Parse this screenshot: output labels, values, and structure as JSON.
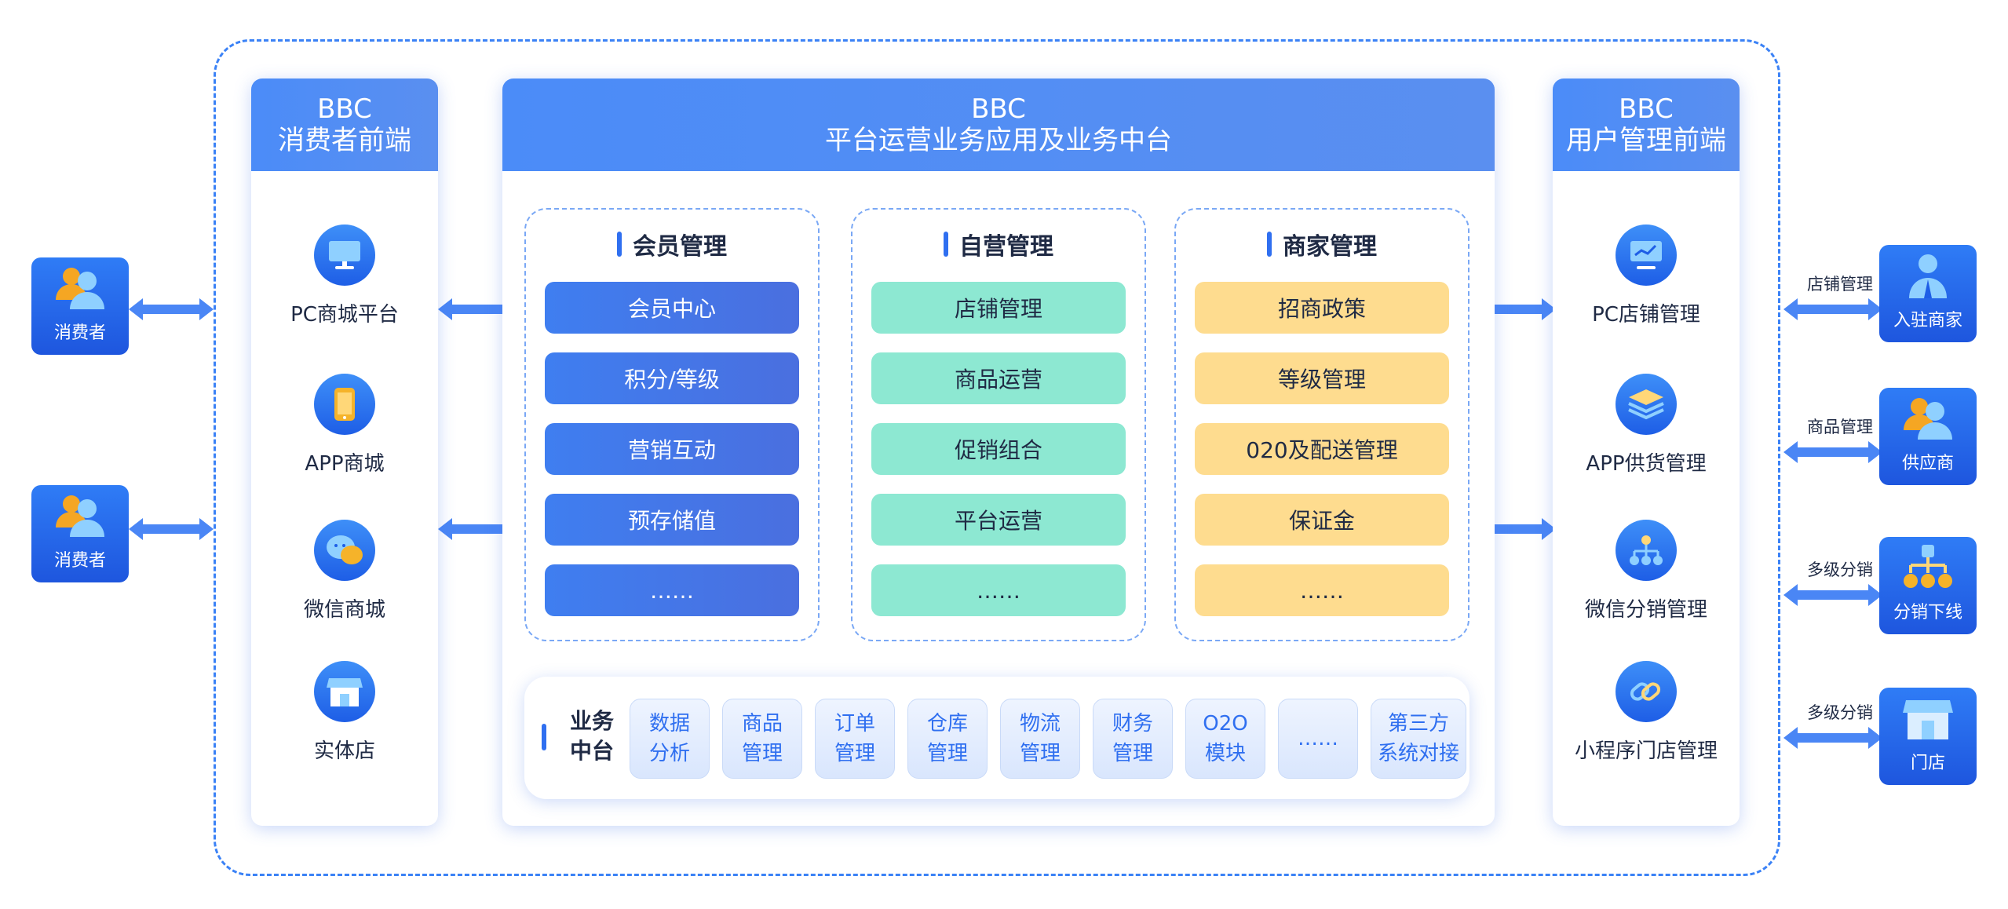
{
  "consumer_front": {
    "title_line1": "BBC",
    "title_line2": "消费者前端",
    "items": [
      {
        "label": "PC商城平台",
        "icon": "monitor-icon"
      },
      {
        "label": "APP商城",
        "icon": "phone-icon"
      },
      {
        "label": "微信商城",
        "icon": "wechat-icon"
      },
      {
        "label": "实体店",
        "icon": "store-icon"
      }
    ]
  },
  "platform": {
    "title_line1": "BBC",
    "title_line2": "平台运营业务应用及业务中台",
    "groups": [
      {
        "title": "会员管理",
        "style": "blue",
        "items": [
          "会员中心",
          "积分/等级",
          "营销互动",
          "预存储值",
          "……"
        ]
      },
      {
        "title": "自营管理",
        "style": "teal",
        "items": [
          "店铺管理",
          "商品运营",
          "促销组合",
          "平台运营",
          "……"
        ]
      },
      {
        "title": "商家管理",
        "style": "yellow",
        "items": [
          "招商政策",
          "等级管理",
          "020及配送管理",
          "保证金",
          "……"
        ]
      }
    ],
    "middle": {
      "label_line1": "业务",
      "label_line2": "中台",
      "items": [
        [
          "数据",
          "分析"
        ],
        [
          "商品",
          "管理"
        ],
        [
          "订单",
          "管理"
        ],
        [
          "仓库",
          "管理"
        ],
        [
          "物流",
          "管理"
        ],
        [
          "财务",
          "管理"
        ],
        [
          "O2O",
          "模块"
        ],
        [
          "……",
          ""
        ],
        [
          "第三方",
          "系统对接"
        ]
      ]
    }
  },
  "user_mgmt_front": {
    "title_line1": "BBC",
    "title_line2": "用户管理前端",
    "items": [
      {
        "label": "PC店铺管理",
        "icon": "chart-monitor-icon"
      },
      {
        "label": "APP供货管理",
        "icon": "layers-icon"
      },
      {
        "label": "微信分销管理",
        "icon": "hierarchy-icon"
      },
      {
        "label": "小程序门店管理",
        "icon": "link-icon"
      }
    ]
  },
  "left_actors": [
    {
      "label": "消费者",
      "icon": "users-icon"
    },
    {
      "label": "消费者",
      "icon": "users-icon"
    }
  ],
  "right_actors": [
    {
      "label": "入驻商家",
      "arrow_label": "店铺管理",
      "icon": "merchant-icon"
    },
    {
      "label": "供应商",
      "arrow_label": "商品管理",
      "icon": "users-icon"
    },
    {
      "label": "分销下线",
      "arrow_label": "多级分销",
      "icon": "hierarchy-icon"
    },
    {
      "label": "门店",
      "arrow_label": "多级分销",
      "icon": "store-icon"
    }
  ],
  "colors": {
    "accent": "#2f6ff0",
    "teal": "#8de8d2",
    "yellow": "#fedc8f"
  }
}
